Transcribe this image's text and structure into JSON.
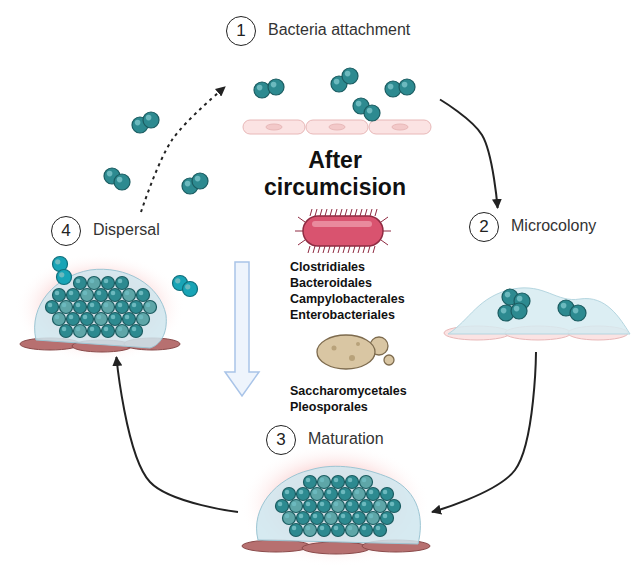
{
  "diagram": {
    "title": "After circumcision",
    "nodes": [
      {
        "text": [
          "1",
          "Bacteria attachment"
        ]
      },
      {
        "text": [
          "2",
          "Microcolony"
        ]
      },
      {
        "text": [
          "3",
          "Maturation"
        ]
      },
      {
        "text": [
          "4",
          "Dispersal"
        ]
      }
    ],
    "edges": [
      {
        "from": 0,
        "to": 1,
        "arrow": "to"
      },
      {
        "from": 1,
        "to": 2,
        "arrow": "to"
      },
      {
        "from": 2,
        "to": 3,
        "arrow": "to"
      },
      {
        "from": 3,
        "to": 0,
        "arrow": "to"
      }
    ],
    "labels": [
      "Clostridiales",
      "Bacteroidales",
      "Campylobacterales",
      "Enterobacteriales",
      "Saccharomycetales",
      "Pleosporales"
    ]
  }
}
